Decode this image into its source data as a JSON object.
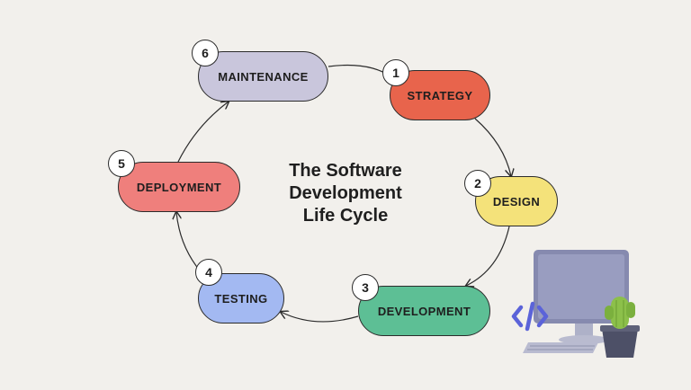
{
  "diagram": {
    "title_lines": [
      "The Software",
      "Development",
      "Life Cycle"
    ],
    "stages": [
      {
        "number": "1",
        "label": "STRATEGY",
        "color": "#e8644c"
      },
      {
        "number": "2",
        "label": "DESIGN",
        "color": "#f4e27a"
      },
      {
        "number": "3",
        "label": "DEVELOPMENT",
        "color": "#5dbf95"
      },
      {
        "number": "4",
        "label": "TESTING",
        "color": "#a3b9f2"
      },
      {
        "number": "5",
        "label": "DEPLOYMENT",
        "color": "#ef7f7c"
      },
      {
        "number": "6",
        "label": "MAINTENANCE",
        "color": "#c9c6dc"
      }
    ],
    "decoration": {
      "icons": [
        "computer-monitor-icon",
        "code-brackets-icon",
        "cactus-plant-icon"
      ],
      "accent_color": "#5b63d9"
    }
  }
}
